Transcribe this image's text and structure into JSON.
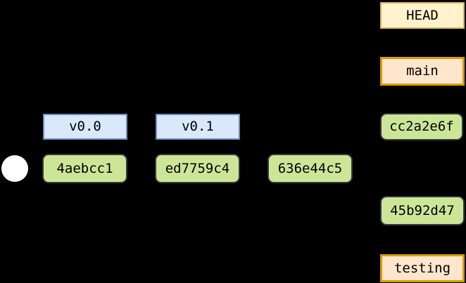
{
  "canvas": {
    "background": "#000000"
  },
  "colors": {
    "tag_fill": "#dae8fc",
    "tag_border": "#6c8ebf",
    "commit_fill": "#cce698",
    "commit_border": "#36393d",
    "head_fill": "#fff2cc",
    "head_border": "#d6b656",
    "branch_fill": "#ffe6cc",
    "branch_border": "#d79b00",
    "root_node_fill": "#ffffff",
    "text": "#000000"
  },
  "nodes": {
    "root": {
      "type": "circle"
    },
    "tags": [
      {
        "label": "v0.0"
      },
      {
        "label": "v0.1"
      }
    ],
    "commits": [
      {
        "label": "4aebcc1"
      },
      {
        "label": "ed7759c4"
      },
      {
        "label": "636e44c5"
      },
      {
        "label": "cc2a2e6f"
      },
      {
        "label": "45b92d47"
      }
    ],
    "head": {
      "label": "HEAD"
    },
    "branches": [
      {
        "label": "main"
      },
      {
        "label": "testing"
      }
    ]
  }
}
